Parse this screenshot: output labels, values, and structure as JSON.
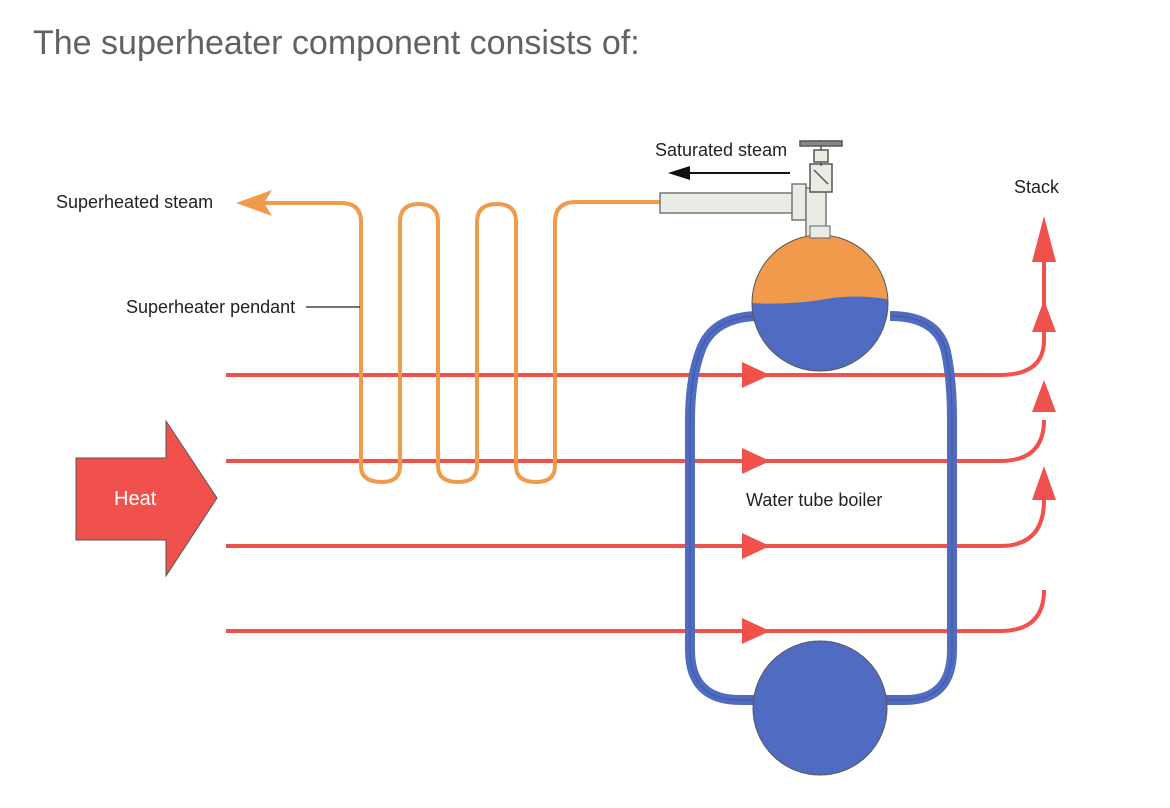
{
  "heading": "The superheater component consists of:",
  "diagram": {
    "labels": {
      "superheated_steam": "Superheated steam",
      "saturated_steam": "Saturated steam",
      "stack": "Stack",
      "superheater_pendant": "Superheater pendant",
      "heat": "Heat",
      "water_tube_boiler": "Water tube boiler"
    },
    "colors": {
      "heat_flow": "#f0514c",
      "superheater_tube": "#f29a4c",
      "water": "#4f6cc2",
      "steam": "#f29a4c",
      "pipe": "#e9ece3"
    }
  }
}
